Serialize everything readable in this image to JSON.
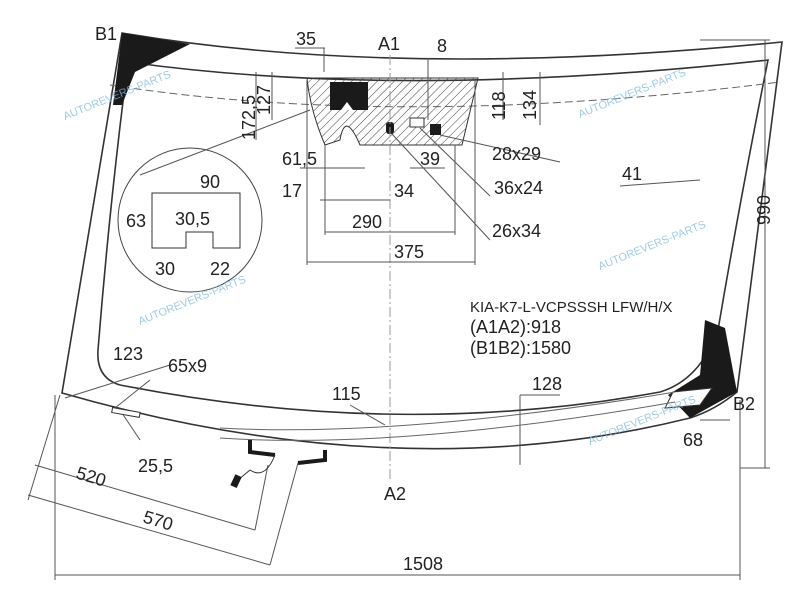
{
  "part_code": "KIA-K7-L-VCPSSSH LFW/H/X",
  "a1a2": "(A1A2):918",
  "b1b2": "(B1B2):1580",
  "points": {
    "a1": "A1",
    "a2": "A2",
    "b1": "B1",
    "b2": "B2"
  },
  "dimensions": {
    "d35": "35",
    "d8": "8",
    "d172_5": "172,5",
    "d127": "127",
    "d118": "118",
    "d134": "134",
    "d61_5": "61,5",
    "d39": "39",
    "d17": "17",
    "d34": "34",
    "d290": "290",
    "d375": "375",
    "d28x29": "28x29",
    "d36x24": "36x24",
    "d26x34": "26x34",
    "d41": "41",
    "d990": "990",
    "d123": "123",
    "d65x9": "65x9",
    "d25_5": "25,5",
    "d115": "115",
    "d128": "128",
    "d68": "68",
    "d520": "520",
    "d570": "570",
    "d1508": "1508"
  },
  "detail": {
    "w90": "90",
    "h63": "63",
    "gap30_5": "30,5",
    "b30": "30",
    "b22": "22"
  },
  "watermark": "AUTOREVERS-PARTS",
  "colors": {
    "line": "#333333",
    "watermark": "#7fb8e0",
    "fill": "#1a1a1a"
  }
}
